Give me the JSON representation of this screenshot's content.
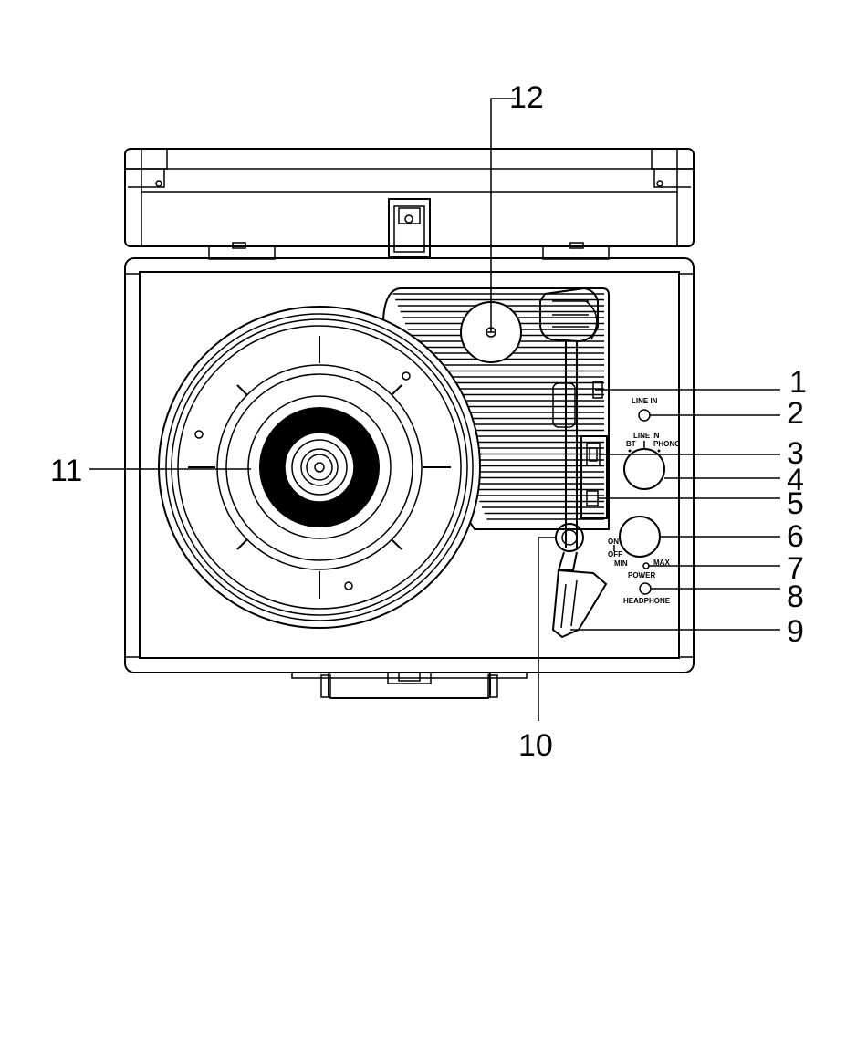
{
  "callouts": {
    "c1": "1",
    "c2": "2",
    "c3": "3",
    "c4": "4",
    "c5": "5",
    "c6": "6",
    "c7": "7",
    "c8": "8",
    "c9": "9",
    "c10": "10",
    "c11": "11",
    "c12": "12"
  },
  "panel_labels": {
    "line_in_jack": "LINE IN",
    "line_in_selector": "LINE IN",
    "bt": "BT",
    "phono": "PHONO",
    "on": "ON",
    "off": "OFF",
    "min": "MIN",
    "max": "MAX",
    "power": "POWER",
    "headphone": "HEADPHONE"
  }
}
